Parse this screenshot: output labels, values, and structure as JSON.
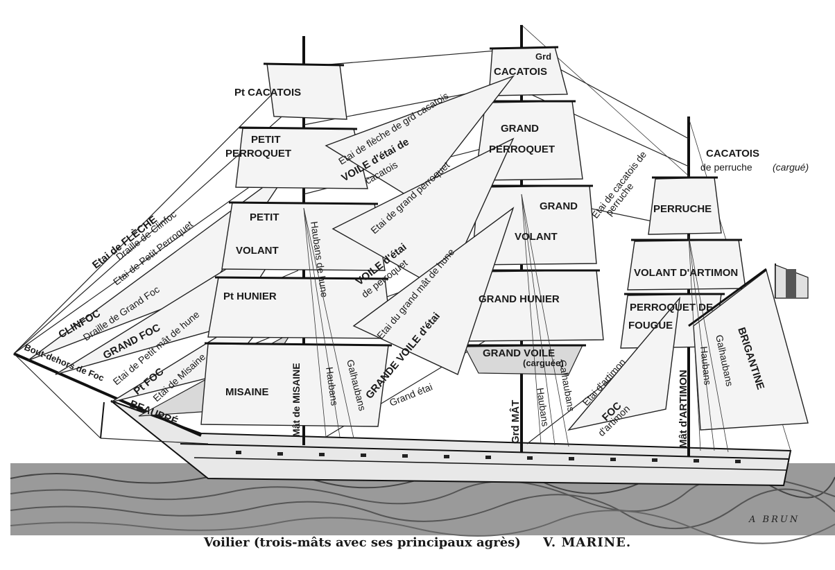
{
  "caption": {
    "main": "Voilier (trois-mâts avec ses principaux agrès)",
    "ref": "V. MARINE."
  },
  "signature": "A  BRUN",
  "labels": {
    "pt_cacatois": "Pt CACATOIS",
    "petit_perroquet_1": "PETIT",
    "petit_perroquet_2": "PERROQUET",
    "petit_volant_1": "PETIT",
    "petit_volant_2": "VOLANT",
    "pt_hunier": "Pt HUNIER",
    "misaine": "MISAINE",
    "grd_cacatois_1": "Grd",
    "grd_cacatois_2": "CACATOIS",
    "grand_perroquet_1": "GRAND",
    "grand_perroquet_2": "PERROQUET",
    "grand_volant_1": "GRAND",
    "grand_volant_2": "VOLANT",
    "grand_hunier": "GRAND HUNIER",
    "grand_voile": "GRAND VOILE",
    "cargue": "(carguée)",
    "cacatois_perruche_1": "CACATOIS",
    "cacatois_perruche_2": "de perruche",
    "cargue_italic": "(cargué)",
    "perruche": "PERRUCHE",
    "volant_artimon": "VOLANT D'ARTIMON",
    "perroquet_fougue_1": "PERROQUET DE",
    "perroquet_fougue_2": "FOUGUE",
    "brigantine": "BRIGANTINE",
    "etai_fleche": "Etai de FLÈCHE",
    "draille_clinfoc": "Draille de Clinfoc",
    "etai_petit_perroquet": "Etai de Petit Perroquet",
    "clinfoc": "CLINFOC",
    "draille_grand_foc": "Draille de Grand Foc",
    "grand_foc": "GRAND FOC",
    "etai_petit_mat_hune": "Etai de Petit mât de hune",
    "bout_dehors": "Bout-dehors de Foc",
    "pt_foc": "Pt FOC",
    "etai_misaine": "Etai de Misaine",
    "beaupre": "BEAUPRÉ",
    "mat_misaine": "Mât de MISAINE",
    "haubans_hune": "Haubans de hune",
    "haubans_1": "Haubans",
    "galhaubans_1": "Galhaubans",
    "etai_fleche_grd_cacatois": "Etai de flèche de grd cacatois",
    "voile_etai_cacatois_1": "VOILE d'étai de",
    "voile_etai_cacatois_2": "cacatois",
    "etai_grand_perroquet": "Etai de grand perroquet",
    "voile_etai_perroquet_1": "VOILE d'étai",
    "voile_etai_perroquet_2": "de perroquet",
    "etai_grand_mat_hune": "Etai du grand mât de hune",
    "grande_voile_etai": "GRANDE VOILE d'étai",
    "grand_etai": "Grand étai",
    "grd_mat": "Grd MÂT",
    "haubans_2": "Haubans",
    "galhaubans_2": "Galhaubans",
    "etai_cacatois_perruche_1": "Etai de cacatois de",
    "etai_cacatois_perruche_2": "perruche",
    "etai_artimon": "Etai d'artimon",
    "foc_artimon_1": "FOC",
    "foc_artimon_2": "d'artimon",
    "mat_artimon": "Mât d'ARTIMON",
    "haubans_3": "Haubans",
    "galhaubans_3": "Galhaubans"
  }
}
